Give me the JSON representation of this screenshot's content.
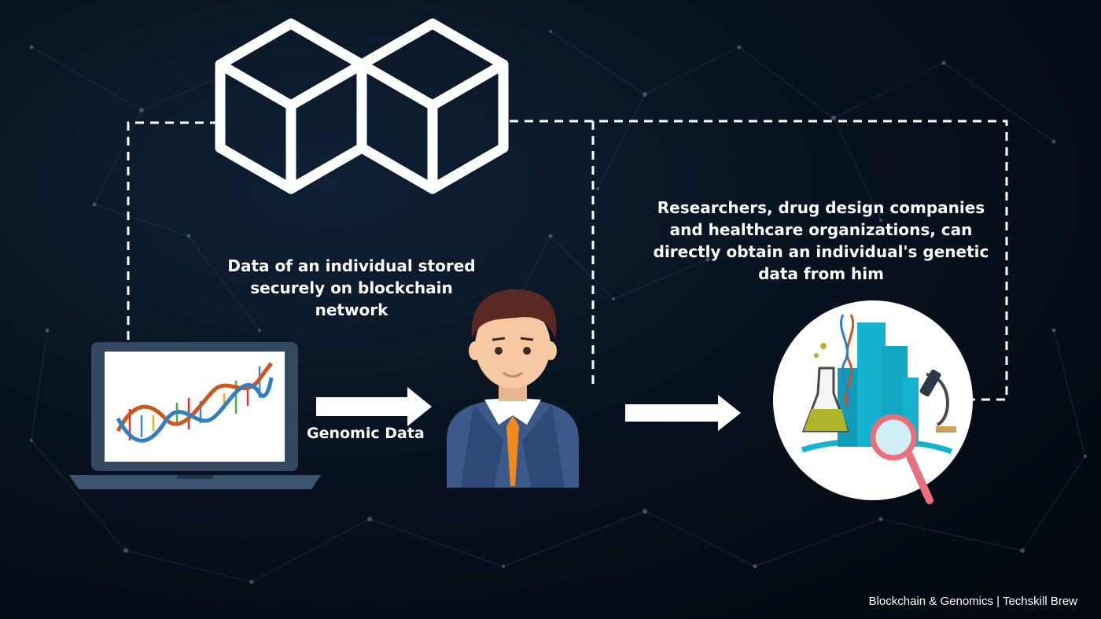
{
  "diagram": {
    "blockchain_description": "Data of an individual stored\nsecurely on blockchain\nnetwork",
    "flow_label": "Genomic Data",
    "recipients_description": "Researchers, drug design companies\nand healthcare organizations, can\ndirectly obtain an individual's genetic\ndata from him"
  },
  "footer": {
    "topic": "Blockchain & Genomics",
    "separator": " | ",
    "brand": "Techskill Brew"
  },
  "icons": {
    "blockchain": "blockchain-cubes-icon",
    "laptop": "laptop-icon",
    "dna": "dna-helix-icon",
    "person": "businessman-icon",
    "research": "research-lab-icon"
  },
  "colors": {
    "background": "#060c16",
    "line": "#ffffff",
    "laptop_frame": "#34485f",
    "suit": "#3b5a8a",
    "tie": "#f08a1c",
    "skin": "#f6c9a2",
    "hair": "#5a2a22",
    "building": "#16b2cf",
    "flask_liquid": "#b0b62c",
    "magnifier_handle": "#e9707a"
  }
}
